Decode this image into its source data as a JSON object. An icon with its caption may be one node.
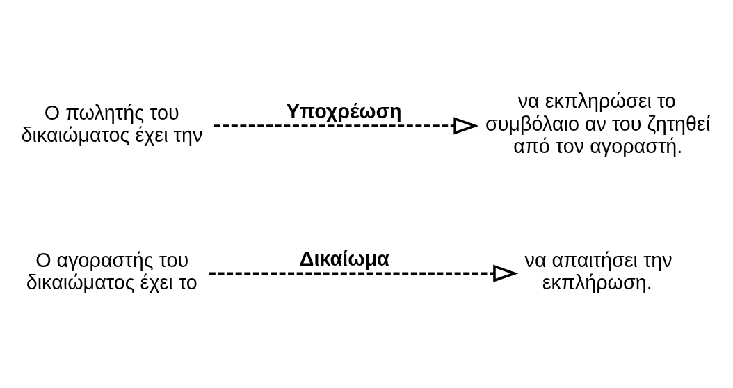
{
  "diagram": {
    "nodes": [
      {
        "text": [
          "Ο αγοραστής του δικαιώματος έχει το"
        ]
      },
      {
        "text": [
          "να απαιτήσει την εκπλήρωση."
        ]
      },
      {
        "text": [
          "Ο πωλητής του δικαιώματος έχει την"
        ]
      },
      {
        "text": [
          "να εκπληρώσει το συμβόλαιο αν του ζητηθεί από τον αγοραστή."
        ]
      }
    ],
    "edges": [
      {
        "from": 0,
        "to": 1,
        "arrow": "to",
        "label": "Δικαίωμα",
        "style": "dashed"
      },
      {
        "from": 2,
        "to": 3,
        "arrow": "to",
        "label": "Υποχρέωση",
        "style": "dashed"
      }
    ]
  }
}
